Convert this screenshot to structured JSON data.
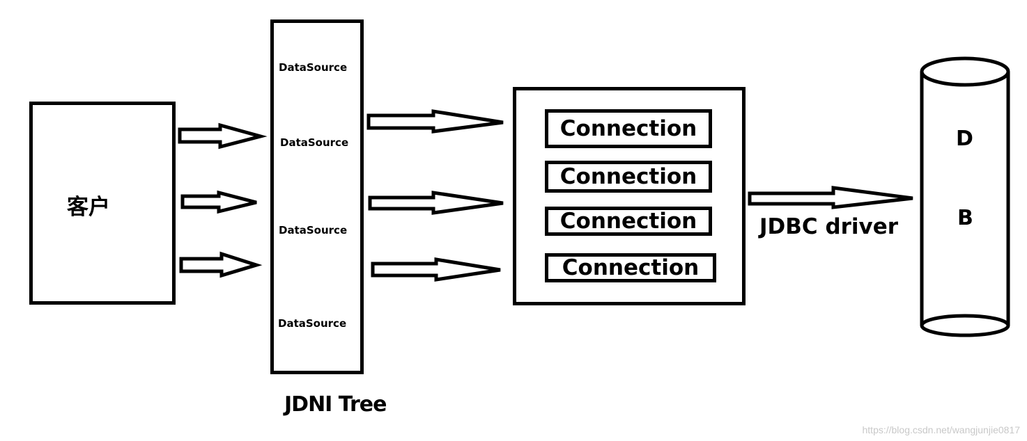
{
  "client": {
    "label": "客户"
  },
  "jndi": {
    "items": [
      "DataSource",
      "DataSource",
      "DataSource",
      "DataSource"
    ],
    "label": "JDNI Tree"
  },
  "pool": {
    "items": [
      "Connection",
      "Connection",
      "Connection",
      "Connection"
    ]
  },
  "jdbc": {
    "label": "JDBC driver"
  },
  "db": {
    "letters": [
      "D",
      "B"
    ]
  },
  "watermark": "https://blog.csdn.net/wangjunjie0817"
}
